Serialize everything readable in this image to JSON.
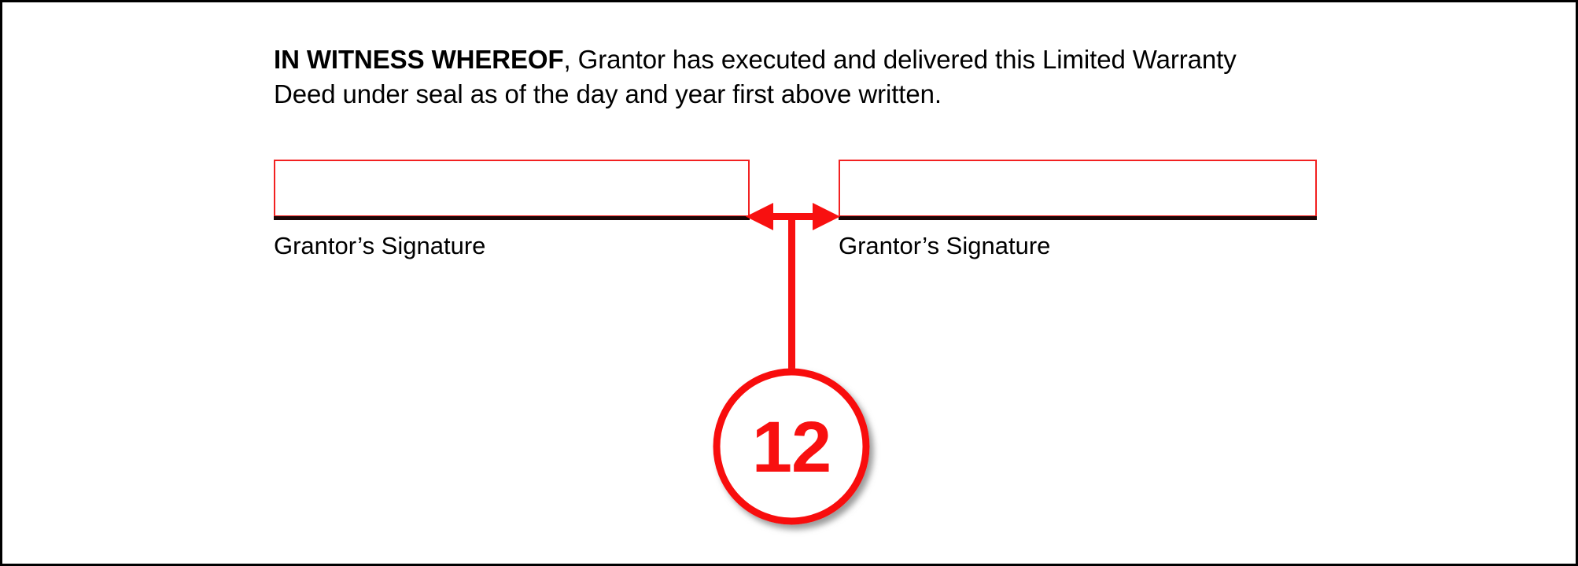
{
  "document": {
    "paragraph": {
      "lead": "IN WITNESS WHEREOF",
      "rest": ", Grantor has executed and delivered this Limited Warranty Deed under seal as of the day and year first above written."
    },
    "signature_blocks": [
      {
        "label": "Grantor’s Signature"
      },
      {
        "label": "Grantor’s Signature"
      }
    ]
  },
  "annotation": {
    "callout_number": "12",
    "arrow_style": "double-headed-horizontal-with-stem",
    "highlight_shape": "rectangle-outline",
    "colors": {
      "accent": "#f81010",
      "highlight_box": "#f22121",
      "signature_line": "#1a0606",
      "text": "#000000",
      "page_border": "#000000",
      "background": "#ffffff"
    }
  }
}
